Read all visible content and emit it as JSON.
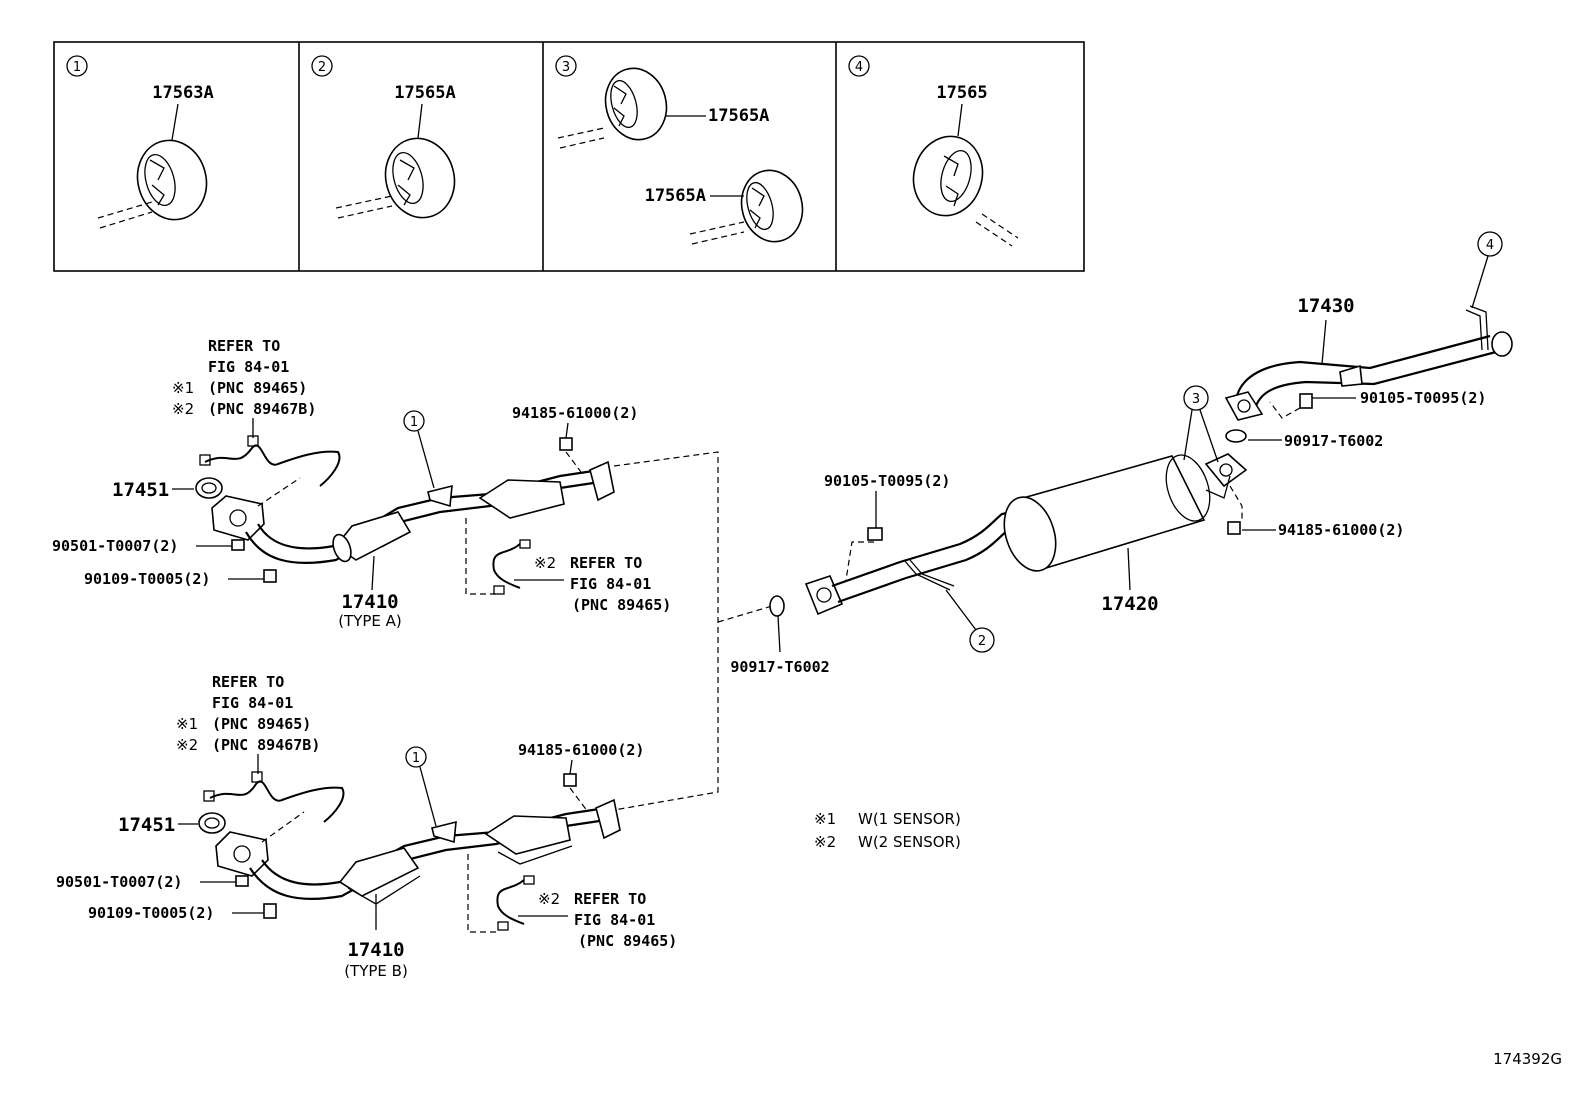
{
  "panels": [
    {
      "num": "1",
      "part": "17563A"
    },
    {
      "num": "2",
      "part": "17565A"
    },
    {
      "num": "3",
      "part_upper": "17565A",
      "part_lower": "17565A"
    },
    {
      "num": "4",
      "part": "17565"
    }
  ],
  "type_a": {
    "refer_line1": "REFER TO",
    "refer_line2": "FIG 84-01",
    "refer_mark1": "※1",
    "refer_pnc1": "(PNC 89465)",
    "refer_mark2": "※2",
    "refer_pnc2": "(PNC 89467B)",
    "gasket": "17451",
    "stud": "90501-T0007(2)",
    "bolt": "90109-T0005(2)",
    "pipe": "17410",
    "pipe_type": "(TYPE A)",
    "nut": "94185-61000(2)",
    "callout": "1",
    "sensor2_mark": "※2",
    "sensor2_line1": "REFER TO",
    "sensor2_line2": "FIG 84-01",
    "sensor2_pnc": "(PNC 89465)"
  },
  "type_b": {
    "refer_line1": "REFER TO",
    "refer_line2": "FIG 84-01",
    "refer_mark1": "※1",
    "refer_pnc1": "(PNC 89465)",
    "refer_mark2": "※2",
    "refer_pnc2": "(PNC 89467B)",
    "gasket": "17451",
    "stud": "90501-T0007(2)",
    "bolt": "90109-T0005(2)",
    "pipe": "17410",
    "pipe_type": "(TYPE B)",
    "nut": "94185-61000(2)",
    "callout": "1",
    "sensor2_mark": "※2",
    "sensor2_line1": "REFER TO",
    "sensor2_line2": "FIG 84-01",
    "sensor2_pnc": "(PNC 89465)"
  },
  "center": {
    "gasket": "90917-T6002",
    "bolt": "90105-T0095(2)",
    "muffler": "17420",
    "callout2": "2"
  },
  "tail": {
    "pipe": "17430",
    "bolt": "90105-T0095(2)",
    "gasket": "90917-T6002",
    "nut": "94185-61000(2)",
    "callout3": "3",
    "callout4": "4"
  },
  "legend": [
    {
      "mark": "※1",
      "text": "W(1 SENSOR)"
    },
    {
      "mark": "※2",
      "text": "W(2 SENSOR)"
    }
  ],
  "figure_id": "174392G"
}
